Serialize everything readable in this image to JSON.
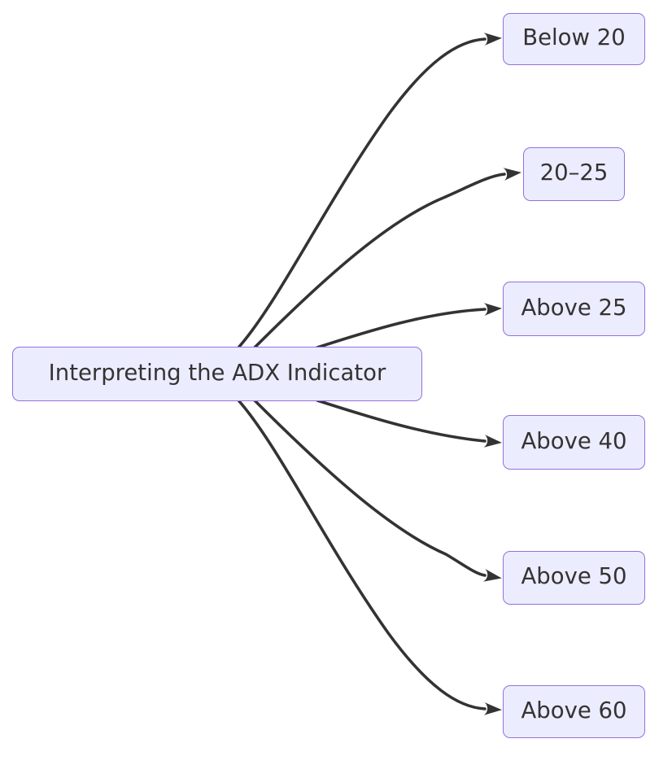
{
  "diagram": {
    "type": "flowchart-LR",
    "root": {
      "id": "root",
      "label": "Interpreting the ADX Indicator"
    },
    "nodes": [
      {
        "id": "below-20",
        "label": "Below 20"
      },
      {
        "id": "20-25",
        "label": "20–25"
      },
      {
        "id": "above-25",
        "label": "Above 25"
      },
      {
        "id": "above-40",
        "label": "Above 40"
      },
      {
        "id": "above-50",
        "label": "Above 50"
      },
      {
        "id": "above-60",
        "label": "Above 60"
      }
    ],
    "edges": [
      {
        "from": "root",
        "to": "below-20"
      },
      {
        "from": "root",
        "to": "20-25"
      },
      {
        "from": "root",
        "to": "above-25"
      },
      {
        "from": "root",
        "to": "above-40"
      },
      {
        "from": "root",
        "to": "above-50"
      },
      {
        "from": "root",
        "to": "above-60"
      }
    ],
    "colors": {
      "node_fill": "#ECECFF",
      "node_border": "#9370DB",
      "edge_stroke": "#333333",
      "text": "#333333",
      "background": "#FFFFFF"
    }
  }
}
